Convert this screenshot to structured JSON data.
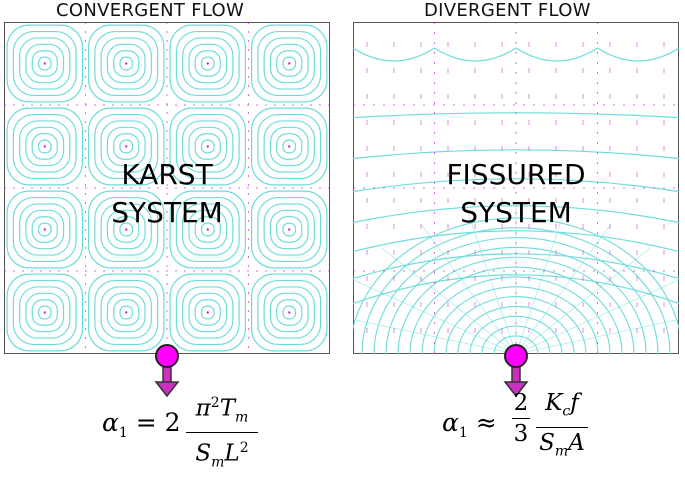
{
  "titles": {
    "left": "CONVERGENT FLOW",
    "right": "DIVERGENT FLOW"
  },
  "panels": {
    "left": {
      "label_line1": "KARST",
      "label_line2": "SYSTEM",
      "grid": {
        "rows": 4,
        "cols": 4
      }
    },
    "right": {
      "label_line1": "FISSURED",
      "label_line2": "SYSTEM"
    }
  },
  "colors": {
    "streamline": "#6fdcdc",
    "vector": "#cc33cc",
    "border": "#555555",
    "outlet": "#ff00ff"
  },
  "formulas": {
    "left": {
      "lhs": "α",
      "lhs_sub": "1",
      "op": "= 2",
      "num": "π",
      "num_sup": "2",
      "num_T": "T",
      "num_sub": "m",
      "den_S": "S",
      "den_sub": "m",
      "den_L": "L",
      "den_sup": "2"
    },
    "right": {
      "lhs": "α",
      "lhs_sub": "1",
      "op": "≈",
      "c_num": "2",
      "c_den": "3",
      "num_K": "K",
      "num_sub": "c",
      "num_f": "f",
      "den_S": "S",
      "den_sub": "m",
      "den_A": "A"
    }
  }
}
